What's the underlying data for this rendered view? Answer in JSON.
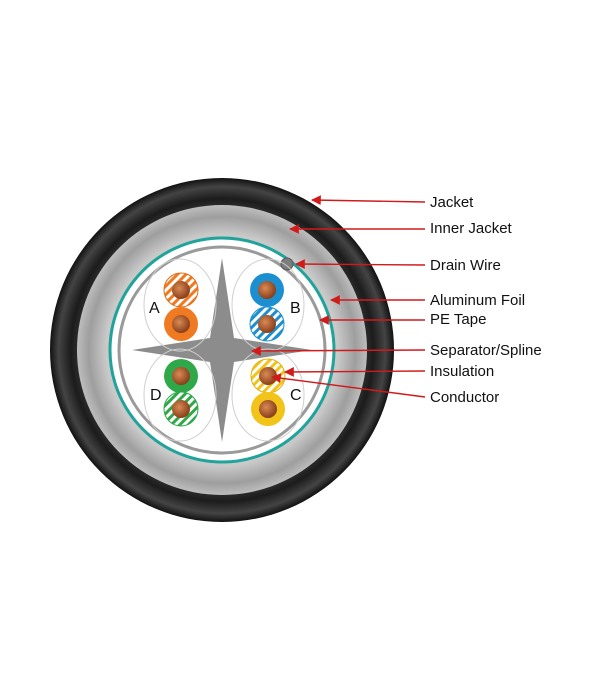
{
  "diagram": {
    "labels": {
      "jacket": "Jacket",
      "inner_jacket": "Inner Jacket",
      "drain_wire": "Drain Wire",
      "aluminum_foil": "Aluminum Foil",
      "pe_tape": "PE Tape",
      "separator": "Separator/Spline",
      "insulation": "Insulation",
      "conductor": "Conductor"
    },
    "pairs": {
      "a": "A",
      "b": "B",
      "c": "C",
      "d": "D"
    },
    "colors": {
      "jacket": "#1f1f1f",
      "inner_jacket": "#a9a9a9",
      "foil": "#1fa39a",
      "separator": "#8c8c8c",
      "arrow": "#d11a1a",
      "copper": "#b0582a",
      "orange": "#f07a22",
      "blue": "#1b8fd0",
      "green": "#2fa84a",
      "yellow": "#f2c318"
    }
  }
}
